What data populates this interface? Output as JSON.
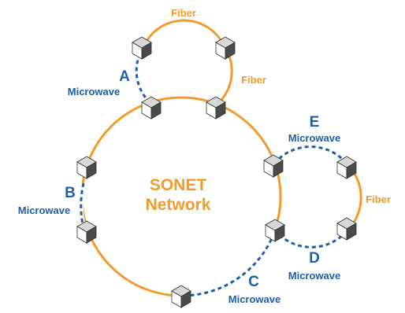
{
  "colors": {
    "fiber": "#f39a2b",
    "microwave": "#1d5fae",
    "node_top": "#d8d8d8",
    "node_side": "#4a4a4a",
    "node_front": "#ffffff"
  },
  "network": {
    "center_line1": "SONET",
    "center_line2": "Network"
  },
  "links": {
    "fiber_top": "Fiber",
    "fiber_right_top": "Fiber",
    "fiber_right": "Fiber",
    "a_letter": "A",
    "a_type": "Microwave",
    "b_letter": "B",
    "b_type": "Microwave",
    "c_letter": "C",
    "c_type": "Microwave",
    "d_letter": "D",
    "d_type": "Microwave",
    "e_letter": "E",
    "e_type": "Microwave"
  },
  "node_icon": "network-node-cube-icon"
}
